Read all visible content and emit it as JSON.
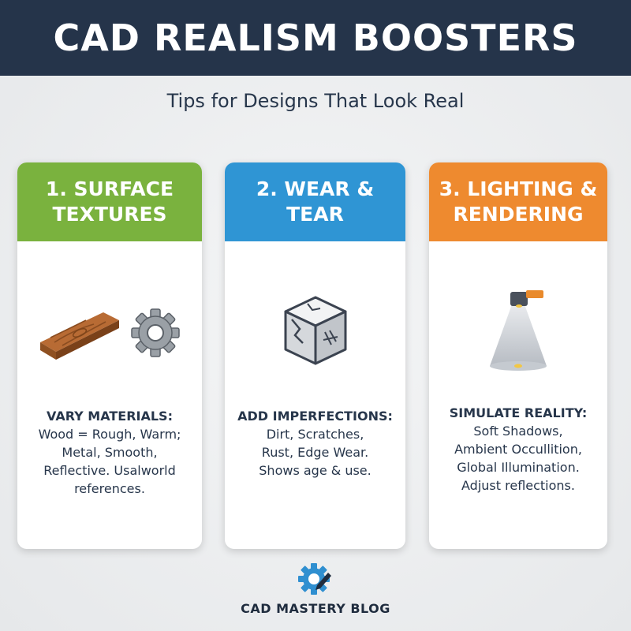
{
  "header": {
    "title": "CAD REALISM BOOSTERS"
  },
  "subtitle": "Tips for Designs That Look Real",
  "cards": [
    {
      "title_lines": [
        "1. SURFACE",
        "TEXTURES"
      ],
      "color": "#7ab23e",
      "icons": [
        "wood-plank-icon",
        "gear-icon"
      ],
      "lead": "VARY MATERIALS:",
      "lines": [
        "Wood = Rough, Warm;",
        "Metal, Smooth,",
        "Reflective. Usalworld",
        "references."
      ]
    },
    {
      "title_lines": [
        "2. WEAR & TEAR"
      ],
      "color": "#2f95d4",
      "icons": [
        "cracked-cube-icon"
      ],
      "lead": "ADD IMPERFECTIONS:",
      "lines": [
        "Dirt, Scratches,",
        "Rust, Edge Wear.",
        "Shows age & use."
      ]
    },
    {
      "title_lines": [
        "3. LIGHTING &",
        "RENDERING"
      ],
      "color": "#ee8a2f",
      "icons": [
        "spotlight-icon"
      ],
      "lead": "SIMULATE REALITY:",
      "lines": [
        "Soft Shadows,",
        "Ambient Occullition,",
        "Global Illumination.",
        "Adjust reflections."
      ]
    }
  ],
  "footer": {
    "brand": "CAD MASTERY BLOG",
    "icon": "gear-pencil-logo-icon"
  }
}
